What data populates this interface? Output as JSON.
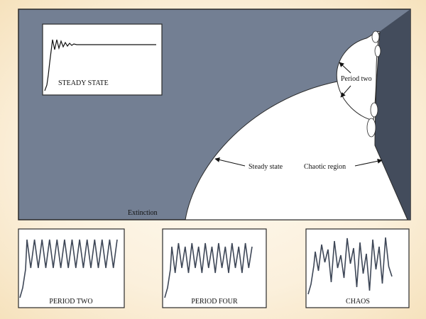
{
  "colors": {
    "main_panel": "#737f93",
    "dark_region": "#434c5c",
    "white": "#ffffff",
    "trace": "#3e4757",
    "border": "#2a2a2a"
  },
  "main": {
    "extinction_label": "Extinction",
    "steady_state_label": "Steady state",
    "chaotic_region_label": "Chaotic region",
    "period_two_label": "Period two"
  },
  "inset": {
    "title": "STEADY STATE"
  },
  "panels": [
    {
      "name": "period-two",
      "title": "PERIOD TWO"
    },
    {
      "name": "period-four",
      "title": "PERIOD FOUR"
    },
    {
      "name": "chaos",
      "title": "CHAOS"
    }
  ]
}
